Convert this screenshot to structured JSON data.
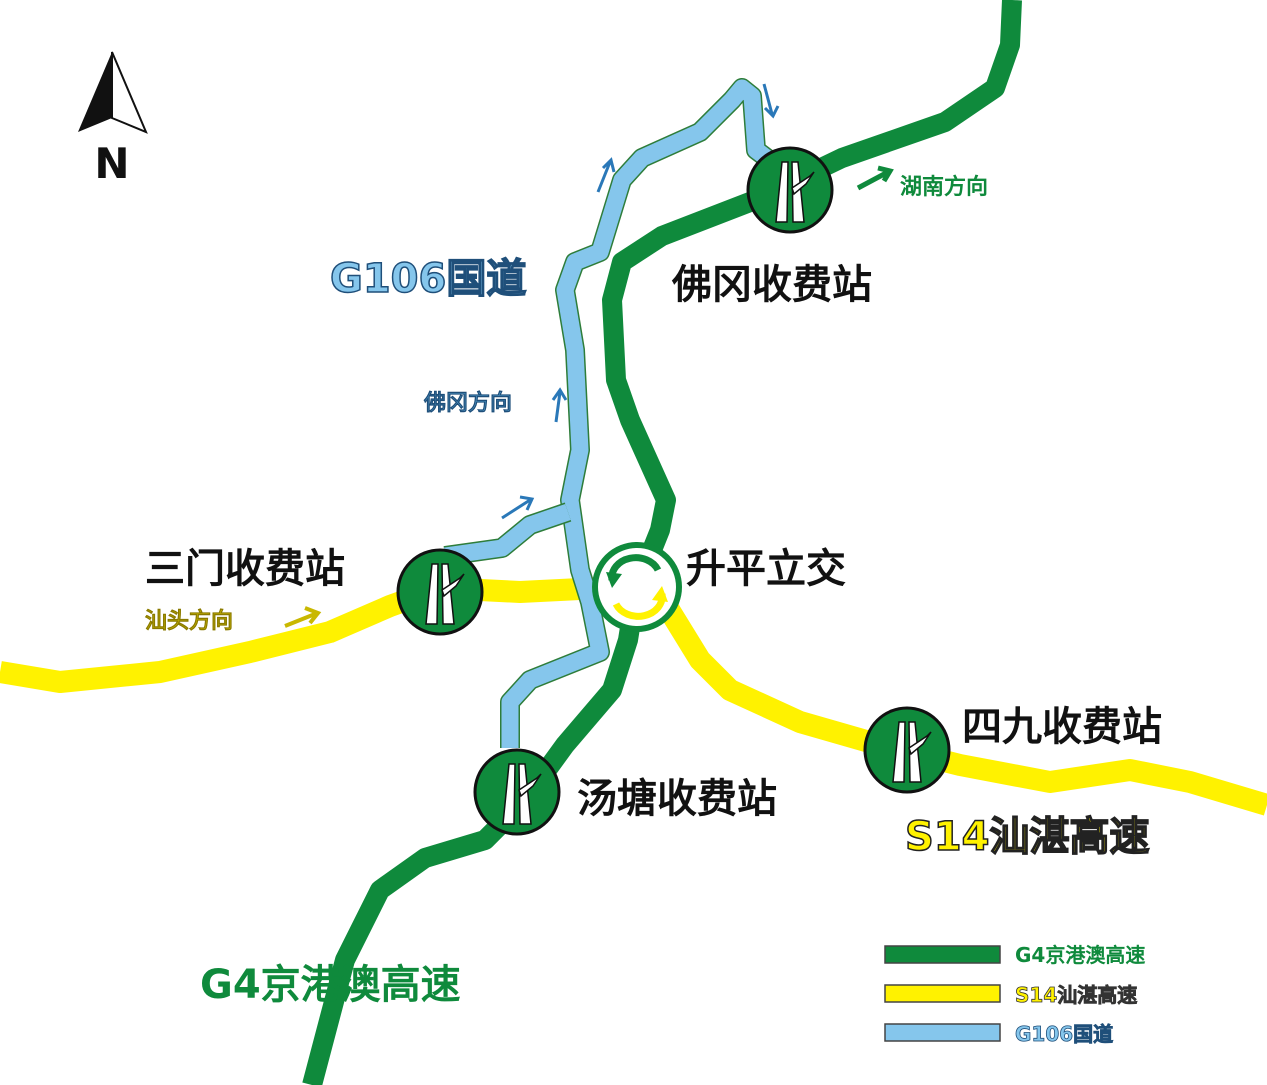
{
  "compass": {
    "label": "N"
  },
  "colors": {
    "g4": "#0f8a3c",
    "s14": "#fff200",
    "g106": "#85c6ec",
    "outline": "#1a5e2a"
  },
  "roads": {
    "g4": {
      "label": "G4京港澳高速"
    },
    "s14": {
      "label": "S14汕湛高速"
    },
    "g106": {
      "label": "G106国道"
    }
  },
  "stations": {
    "fogang": "佛冈收费站",
    "sanmen": "三门收费站",
    "tangtang": "汤塘收费站",
    "sijiu": "四九收费站",
    "interchange": "升平立交"
  },
  "directions": {
    "hunan": "湖南方向",
    "shantou": "汕头方向",
    "fogang": "佛冈方向"
  },
  "legend": [
    {
      "label": "G4京港澳高速",
      "color": "#0f8a3c"
    },
    {
      "label": "S14汕湛高速",
      "color": "#fff200"
    },
    {
      "label": "G106国道",
      "color": "#85c6ec"
    }
  ]
}
